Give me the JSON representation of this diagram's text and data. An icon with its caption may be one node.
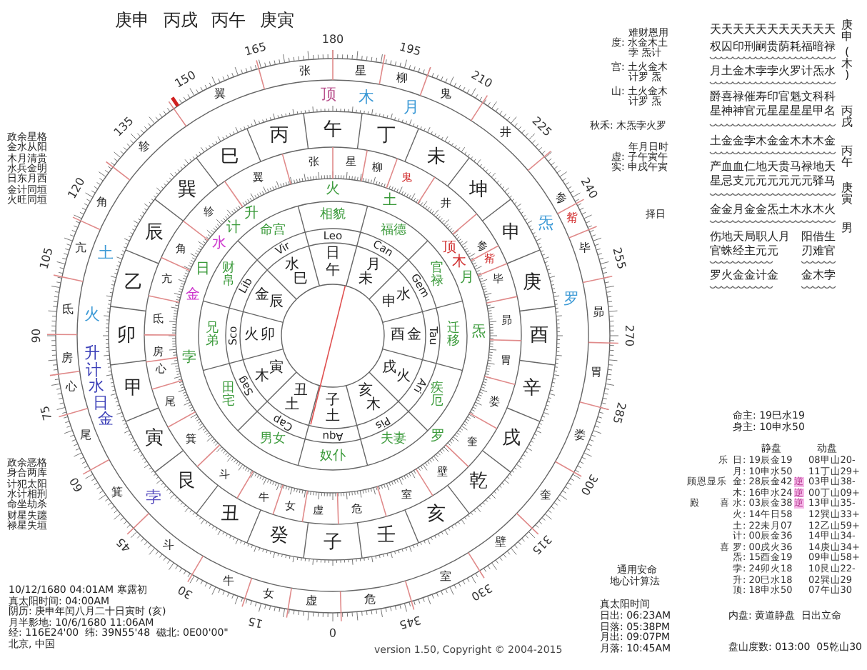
{
  "diagram": {
    "title": "庚申 丙戌 丙午 庚寅",
    "labels": [
      "政余星格",
      "金水从阳",
      "木月清贵",
      "水兵金明",
      "日东月西",
      "金计同垣",
      "火旺同垣",
      "90",
      "105",
      "120",
      "135",
      "150",
      "165",
      "180",
      "195",
      "210",
      "225",
      "240",
      "255",
      "270",
      "75",
      "60",
      "45",
      "30",
      "15",
      "0",
      "345",
      "330",
      "315",
      "300",
      "285",
      "氐",
      "亢",
      "角",
      "轸",
      "翼",
      "张",
      "星",
      "柳",
      "鬼",
      "井",
      "参",
      "觜",
      "毕",
      "昴",
      "房",
      "心",
      "尾",
      "箕",
      "斗",
      "牛",
      "女",
      "虚",
      "危",
      "室",
      "壁",
      "奎",
      "娄",
      "胃",
      "火",
      "土",
      "顶",
      "木",
      "月",
      "炁",
      "罗",
      "升",
      "计",
      "水",
      "日",
      "金",
      "孛",
      "卯",
      "乙",
      "辰",
      "巽",
      "巳",
      "丙",
      "午",
      "丁",
      "未",
      "坤",
      "申",
      "庚",
      "酉",
      "甲",
      "寅",
      "艮",
      "丑",
      "癸",
      "子",
      "壬",
      "亥",
      "乾",
      "戌",
      "辛",
      "氐",
      "亢",
      "角",
      "轸",
      "翼",
      "张",
      "星",
      "柳",
      "鬼",
      "井",
      "参",
      "觜",
      "毕",
      "昴",
      "房",
      "心",
      "尾",
      "箕",
      "斗",
      "牛",
      "女",
      "虚",
      "危",
      "室",
      "壁",
      "奎",
      "娄",
      "胃",
      "金",
      "日",
      "水",
      "计",
      "升",
      "火",
      "土",
      "顶",
      "木",
      "月",
      "炁",
      "孛",
      "罗",
      "兄弟",
      "财帛",
      "命宫",
      "相貌",
      "福德",
      "官禄",
      "迁移",
      "田宅",
      "男女",
      "奴仆",
      "夫妻",
      "疾厄",
      "Sco",
      "Lib",
      "Vir",
      "Leo",
      "Can",
      "Gem",
      "Tau",
      "Sag",
      "Cap",
      "Aqu",
      "Pis",
      "Ari",
      "火",
      "卯",
      "金",
      "辰",
      "水",
      "巳",
      "日",
      "午",
      "未",
      "月",
      "申",
      "水",
      "酉",
      "金",
      "木",
      "寅",
      "土",
      "丑",
      "子",
      "土",
      "亥",
      "木",
      "戌",
      "火",
      "难财恩用",
      "度: 水金木土",
      "孛 炁计",
      "宫: 土火金木",
      "计罗 炁",
      "山: 土火金木",
      "计罗 炁",
      "秋禾: 木炁孛火罗",
      "年月日时",
      "虚: 子午寅午",
      "实: 申戌午寅",
      "择日",
      "天天天天天天天天天天天",
      "权囚印刑嗣贵荫耗福暗禄",
      "月土金木孛孛火罗计炁水",
      "爵喜禄催寿印官魁文科科",
      "星神神官元星星星星甲名",
      "土金金孛木金金木木木金",
      "产血血仁地天贵马禄地天",
      "星忌支元元元元元元驿马",
      "金金月金金炁土木水木火",
      "伤地天局职人月",
      "阳借生",
      "官蛛经主元元",
      "刃难官",
      "罗火金金计金",
      "金木孛",
      "庚申",
      "(木)",
      "丙戌",
      "丙午",
      "庚寅",
      "男",
      "政余恶格",
      "身合两库",
      "计犯太阳",
      "水计相刑",
      "命坐劫杀",
      "财星失躔",
      "禄星失垣",
      "10/12/1680 04:01AM 寒露初",
      "真太阳时间: 04:00AM",
      "阴历: 庚申年闰八月二十日寅时 (亥)",
      "月半影地: 10/6/1680 11:06AM",
      "经: 116E24'00  纬: 39N55'48  磁北: 0E00'00\"",
      "北京, 中国",
      "version 1.50, Copyright © 2004-2015",
      "通用安命",
      "地心计算法",
      "真太阳时间",
      "日出: 06:23AM",
      "日落: 05:38PM",
      "月出: 09:07PM",
      "月落: 10:45AM",
      "命主: 19巳水19",
      "身主: 10申水50",
      "静盘",
      "动盘",
      "乐",
      "日: 19辰金19",
      "08甲山20-",
      "月: 10申水50",
      "11丁山29+",
      "顾恩显乐",
      "金: 28辰金42",
      "逆",
      "03甲山38-",
      "木: 16申水24",
      "逆",
      "00丁山09+",
      "殿",
      "喜",
      "水: 03辰金38",
      "逆",
      "13甲山35-",
      "火: 14午日58",
      "12巽山33+",
      "土: 22未月07",
      "12乙山59+",
      "计: 00辰金36",
      "14甲山34-",
      "喜",
      "罗: 00戌火36",
      "14庚山34+",
      "炁: 15酉金19",
      "09申山58+",
      "孛: 24卯火18",
      "10艮山22-",
      "升: 20巳水18",
      "02巽山29",
      "顶: 18申水50",
      "07午山30",
      "内盘: 黄道静盘  日出立命",
      "盘山度数: 013:00  05乾山30"
    ]
  }
}
